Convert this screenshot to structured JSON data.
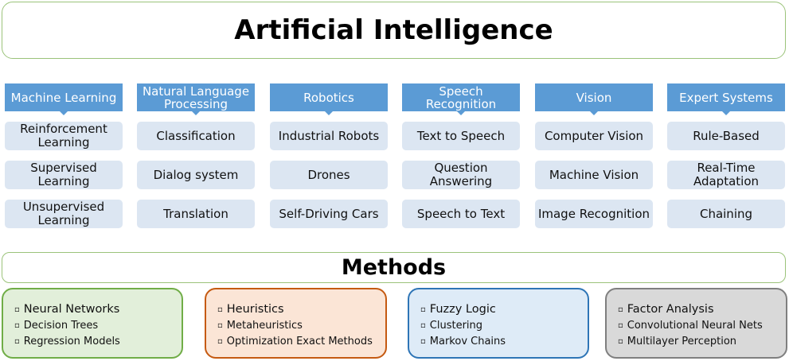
{
  "title": "Artificial Intelligence",
  "columns": [
    {
      "heading": "Machine Learning",
      "items": [
        "Reinforcement Learning",
        "Supervised Learning",
        "Unsupervised Learning"
      ]
    },
    {
      "heading": "Natural Language Processing",
      "items": [
        "Classification",
        "Dialog system",
        "Translation"
      ]
    },
    {
      "heading": "Robotics",
      "items": [
        "Industrial Robots",
        "Drones",
        "Self-Driving Cars"
      ]
    },
    {
      "heading": "Speech Recognition",
      "items": [
        "Text to Speech",
        "Question Answering",
        "Speech to Text"
      ]
    },
    {
      "heading": "Vision",
      "items": [
        "Computer Vision",
        "Machine Vision",
        "Image Recognition"
      ]
    },
    {
      "heading": "Expert Systems",
      "items": [
        "Rule-Based",
        "Real-Time Adaptation",
        "Chaining"
      ]
    }
  ],
  "methods": {
    "title": "Methods",
    "bullet": "▫",
    "groups": [
      {
        "items": [
          "Neural Networks",
          "Decision Trees",
          "Regression Models"
        ],
        "border": "#70ad47",
        "fill": "#e2efda"
      },
      {
        "items": [
          "Heuristics",
          "Metaheuristics",
          "Optimization Exact Methods"
        ],
        "border": "#c55a11",
        "fill": "#fbe5d6"
      },
      {
        "items": [
          "Fuzzy Logic",
          "Clustering",
          "Markov Chains"
        ],
        "border": "#2e75b6",
        "fill": "#deebf7"
      },
      {
        "items": [
          "Factor Analysis",
          "Convolutional Neural Nets",
          "Multilayer Perception"
        ],
        "border": "#7f7f7f",
        "fill": "#d9d9d9"
      }
    ]
  }
}
